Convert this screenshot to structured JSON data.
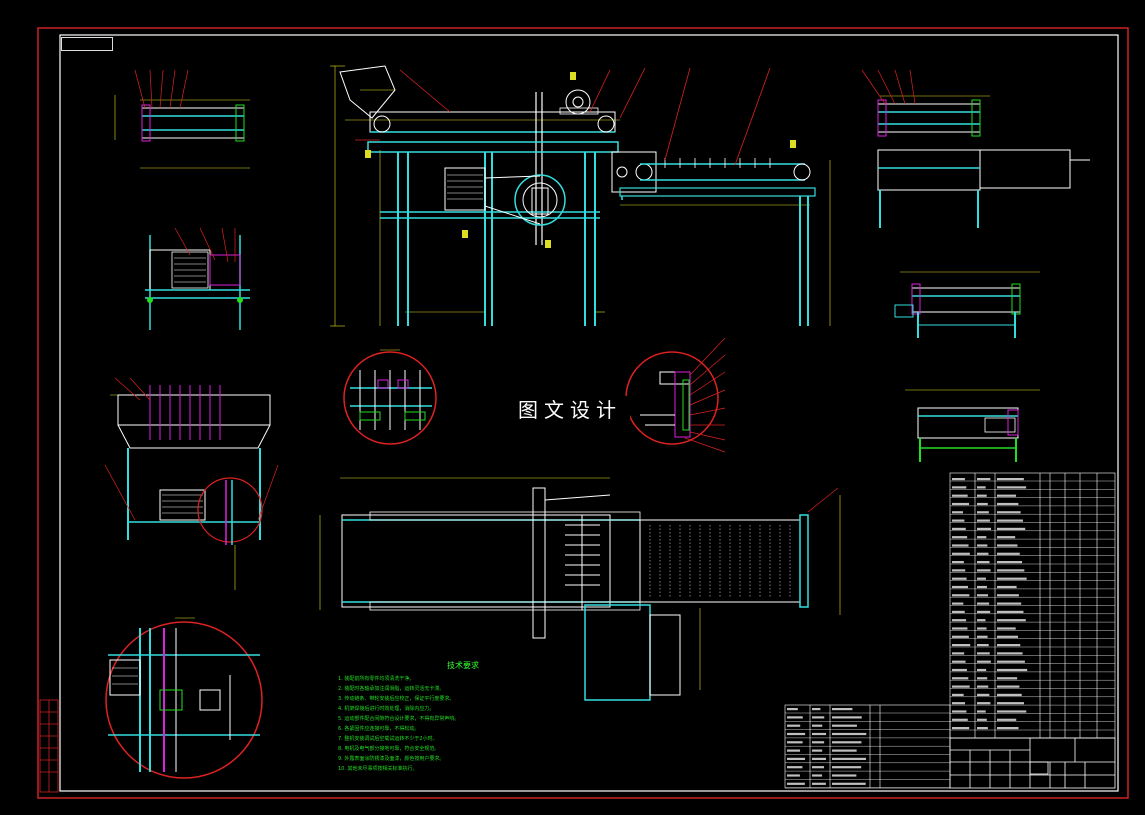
{
  "drawing": {
    "watermark_text": "图文设计",
    "notes_title": "技术要求",
    "notes": [
      "1. 装配前所有零件均须清洗干净。",
      "2. 装配时各轴承加注润滑脂，运转灵活无卡滞。",
      "3. 传动链条、带轮安装后应校正，保证平行度要求。",
      "4. 机架焊接后进行时效处理，消除内应力。",
      "5. 运动部件配合间隙符合设计要求，不得有异常声响。",
      "6. 各紧固件应连接可靠，不得松动。",
      "7. 整机安装调试后空载试运转不少于2小时。",
      "8. 电机及电气部分接地可靠，符合安全规范。",
      "9. 外露表面涂防锈漆及面漆，颜色按用户要求。",
      "10. 其他未尽事项按相关标准执行。"
    ],
    "colors": {
      "background": "#000000",
      "frame": "#cc2222",
      "outline": "#ffffff",
      "structure": "#33dddd",
      "leader": "#dd2222",
      "dimension": "#dddd22",
      "section": "#22dd22",
      "part": "#dd22dd",
      "text": "#22dd22"
    }
  }
}
